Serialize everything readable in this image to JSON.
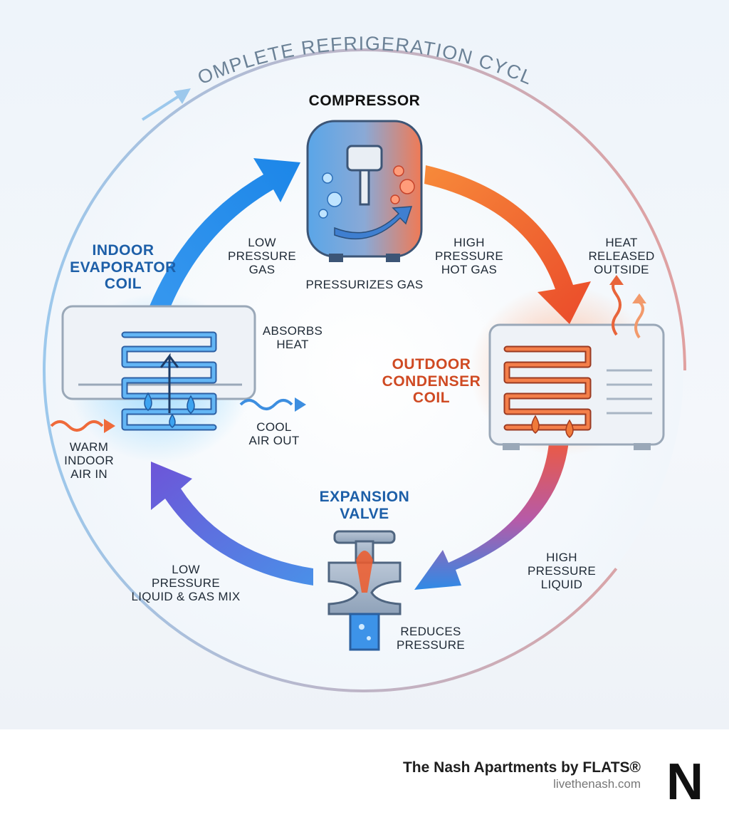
{
  "diagram": {
    "title": "COMPLETE REFRIGERATION CYCLE",
    "components": {
      "compressor": {
        "name": "COMPRESSOR",
        "action": "PRESSURIZES GAS"
      },
      "condenser": {
        "name": "OUTDOOR\nCONDENSER\nCOIL",
        "action": "HEAT\nRELEASED\nOUTSIDE"
      },
      "expansion_valve": {
        "name": "EXPANSION\nVALVE",
        "action": "REDUCES\nPRESSURE"
      },
      "evaporator": {
        "name": "INDOOR\nEVAPORATOR\nCOIL",
        "action": "ABSORBS\nHEAT"
      }
    },
    "states": {
      "low_pressure_gas": "LOW\nPRESSURE\nGAS",
      "high_pressure_hot_gas": "HIGH\nPRESSURE\nHOT GAS",
      "high_pressure_liquid": "HIGH\nPRESSURE\nLIQUID",
      "low_pressure_mix": "LOW\nPRESSURE\nLIQUID & GAS MIX"
    },
    "airflow": {
      "warm_in": "WARM\nINDOOR\nAIR IN",
      "cool_out": "COOL\nAIR OUT"
    },
    "colors": {
      "cold": "#1f8fe8",
      "hot": "#f05a28",
      "transition": "#6a5ad8",
      "label_blue": "#1d5fa8",
      "label_orange": "#cf4a23"
    }
  },
  "footer": {
    "brand": "The Nash Apartments by FLATS®",
    "url": "livethenash.com",
    "logo_letter": "N"
  }
}
